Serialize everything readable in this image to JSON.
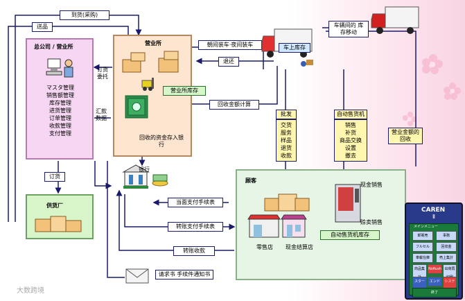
{
  "arrows": {
    "order_purchase": "到货(采购)",
    "shipping": "送品",
    "order_request": "订货 委托",
    "remittance": "汇款 数据",
    "order_to_supplier": "订货",
    "delivery": "朝间装车·夜间装车",
    "return": "退还",
    "collection_calc": "回收金额计算",
    "inter_vehicle": "车辆间的 库存移动",
    "payment_slip": "当面支付手续表",
    "transfer_slip": "转账支付手续表",
    "transfer_receipt": "转账收款",
    "invoice": "请求书 手续件通知书"
  },
  "hq": {
    "title": "总公司 / 营业所",
    "functions": [
      "マスタ管理",
      "销售额管理",
      "库存管理",
      "进货管理",
      "订单管理",
      "收款管理",
      "支付管理"
    ]
  },
  "branch": {
    "title": "营业所",
    "inventory_label": "营业所库存",
    "deposit": "回收的资金存入银行"
  },
  "supplier": {
    "title": "供货厂"
  },
  "truck": {
    "label": "车上库存"
  },
  "wholesale": {
    "title": "批发",
    "items": [
      "交货",
      "服务",
      "样品",
      "退货",
      "收款"
    ]
  },
  "vending": {
    "title": "自动售货机",
    "items": [
      "销售",
      "补货",
      "商品交换",
      "设置",
      "撤去"
    ]
  },
  "collection_box": "营业金额的回收",
  "bank": {
    "label": "银行"
  },
  "customer": {
    "title": "顾客",
    "cash_sales": "现金销售",
    "card_sales": "赊卖销售",
    "retail_store": "零售店",
    "convenience_store": "现金结算店",
    "machine_inventory": "自动售货机库存"
  },
  "handheld": {
    "brand": "CAREN",
    "brand_sub": "Ⅱ",
    "menu_title": "メインメニュー",
    "buttons": [
      "卸販売",
      "事務",
      "フルセル",
      "回収金",
      "車載在庫",
      "売上集計",
      "商品集計",
      "NoRush",
      "出荷再印刷",
      "スタート",
      "エンド",
      "システム"
    ],
    "footer": "終了"
  },
  "watermark": "大数跨境",
  "colors": {
    "hq_fill": "#f6d6f2",
    "branch_fill": "#fde5cf",
    "customer_fill": "#e6f5e6",
    "supplier_fill": "#d7f5c9",
    "arrow": "#1a1a6a"
  }
}
